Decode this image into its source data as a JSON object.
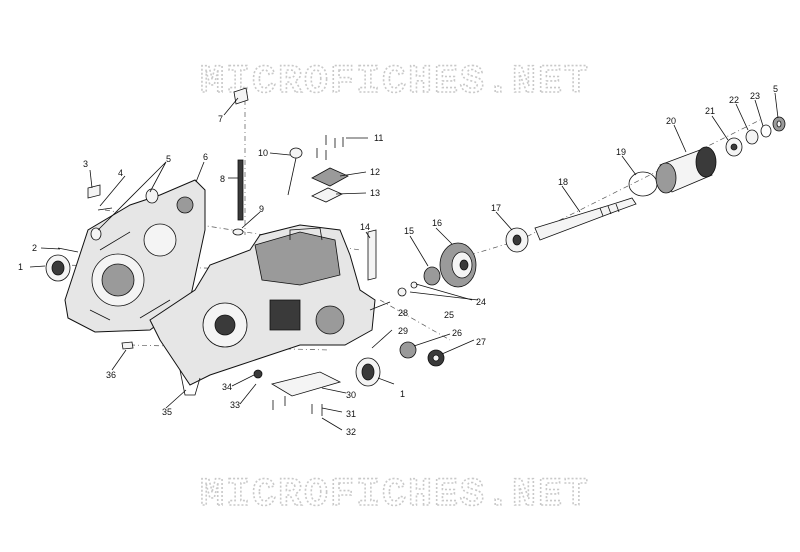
{
  "watermark": {
    "top": "MICROFICHES.NET",
    "bottom": "MICROFICHES.NET"
  },
  "labels": {
    "p1a": "1",
    "p1b": "1",
    "p2": "2",
    "p3": "3",
    "p4": "4",
    "p5a": "5",
    "p5b": "5",
    "p6": "6",
    "p7": "7",
    "p8": "8",
    "p9": "9",
    "p10": "10",
    "p11": "11",
    "p12": "12",
    "p13": "13",
    "p14": "14",
    "p15": "15",
    "p16": "16",
    "p17": "17",
    "p18": "18",
    "p19": "19",
    "p20": "20",
    "p21": "21",
    "p22": "22",
    "p23": "23",
    "p24": "24",
    "p25": "25",
    "p26": "26",
    "p27": "27",
    "p28": "28",
    "p29": "29",
    "p30": "30",
    "p31": "31",
    "p32": "32",
    "p33": "33",
    "p34": "34",
    "p35": "35",
    "p36": "36"
  }
}
